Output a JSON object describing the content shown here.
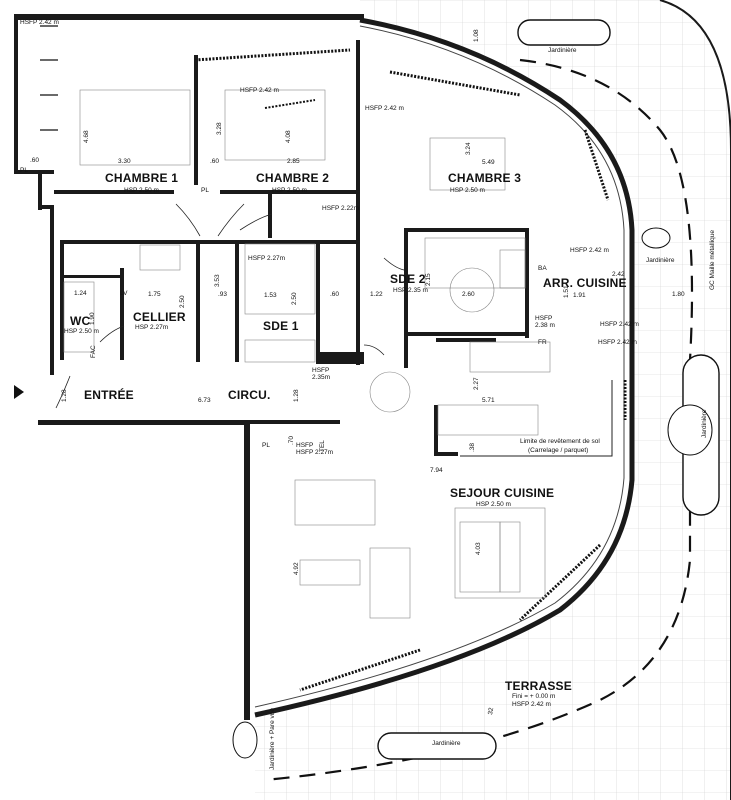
{
  "rooms": {
    "chambre1": {
      "name": "CHAMBRE 1",
      "hsp": "HSP 2.50 m",
      "dims": [
        "4.68",
        "3.30",
        ".60"
      ]
    },
    "chambre2": {
      "name": "CHAMBRE 2",
      "hsp": "HSP 2.50 m",
      "hsfp": "HSFP 2.22m",
      "dims": [
        "3.28",
        "4.08",
        "2.85",
        ".60"
      ]
    },
    "chambre3": {
      "name": "CHAMBRE 3",
      "hsp": "HSP 2.50 m",
      "dims": [
        "3.24",
        "5.49"
      ]
    },
    "sde1": {
      "name": "SDE 1",
      "hsfp": "HSFP 2.27m",
      "dims": [
        "1.53",
        "2.50",
        ".93",
        ".60"
      ]
    },
    "sde2": {
      "name": "SDE 2",
      "hsp": "HSP 2.35 m",
      "dims": [
        "2.60",
        "2.15"
      ]
    },
    "arr_cuisine": {
      "name": "ARR. CUISINE",
      "dims": [
        "1.91",
        "1.51"
      ]
    },
    "wc": {
      "name": "WC",
      "hsp": "HSP 2.50 m",
      "dims": [
        "1.24",
        "1.90"
      ]
    },
    "cellier": {
      "name": "CELLIER",
      "hsp": "HSP 2.27m",
      "dims": [
        "1.75",
        "2.50"
      ]
    },
    "entree": {
      "name": "ENTRÉE",
      "dims": [
        "1.28"
      ]
    },
    "circu": {
      "name": "CIRCU.",
      "dims": [
        "6.73",
        "1.28",
        "3.53",
        "1.22"
      ]
    },
    "sejour": {
      "name": "SEJOUR CUISINE",
      "hsp": "HSP 2.50 m",
      "dims": [
        "4.92",
        "4.03",
        "7.94",
        "5.71",
        "2.27",
        ".38",
        ".70"
      ]
    },
    "terrasse": {
      "name": "TERRASSE",
      "fini": "Fini = + 0.00 m",
      "hsfp": "HSFP 2.42 m"
    }
  },
  "labels": {
    "hsfp_242": "HSFP 2.42 m",
    "hsfp_227": "HSFP 2.27m",
    "hsfp_235": "HSFP\n2.35m",
    "hsfp_238": "HSFP\n2.38 m",
    "hsfp_generic": "HSFP",
    "limite1": "Limite de revêtement de sol",
    "limite2": "(Carrelage / parquet)",
    "jardiniere": "Jardinière",
    "jardiniere_pare": "Jardinière + Pare vue",
    "gc_maille": "GC Maille métallique",
    "pl": "PL",
    "fr": "FR",
    "lv": "LV",
    "ba": "BA",
    "fac": "FAC",
    "tel": "TEL",
    "dim_180": "1.80",
    "dim_108": "1.08",
    "dim_32": "32",
    "dim_242": "2.42"
  }
}
